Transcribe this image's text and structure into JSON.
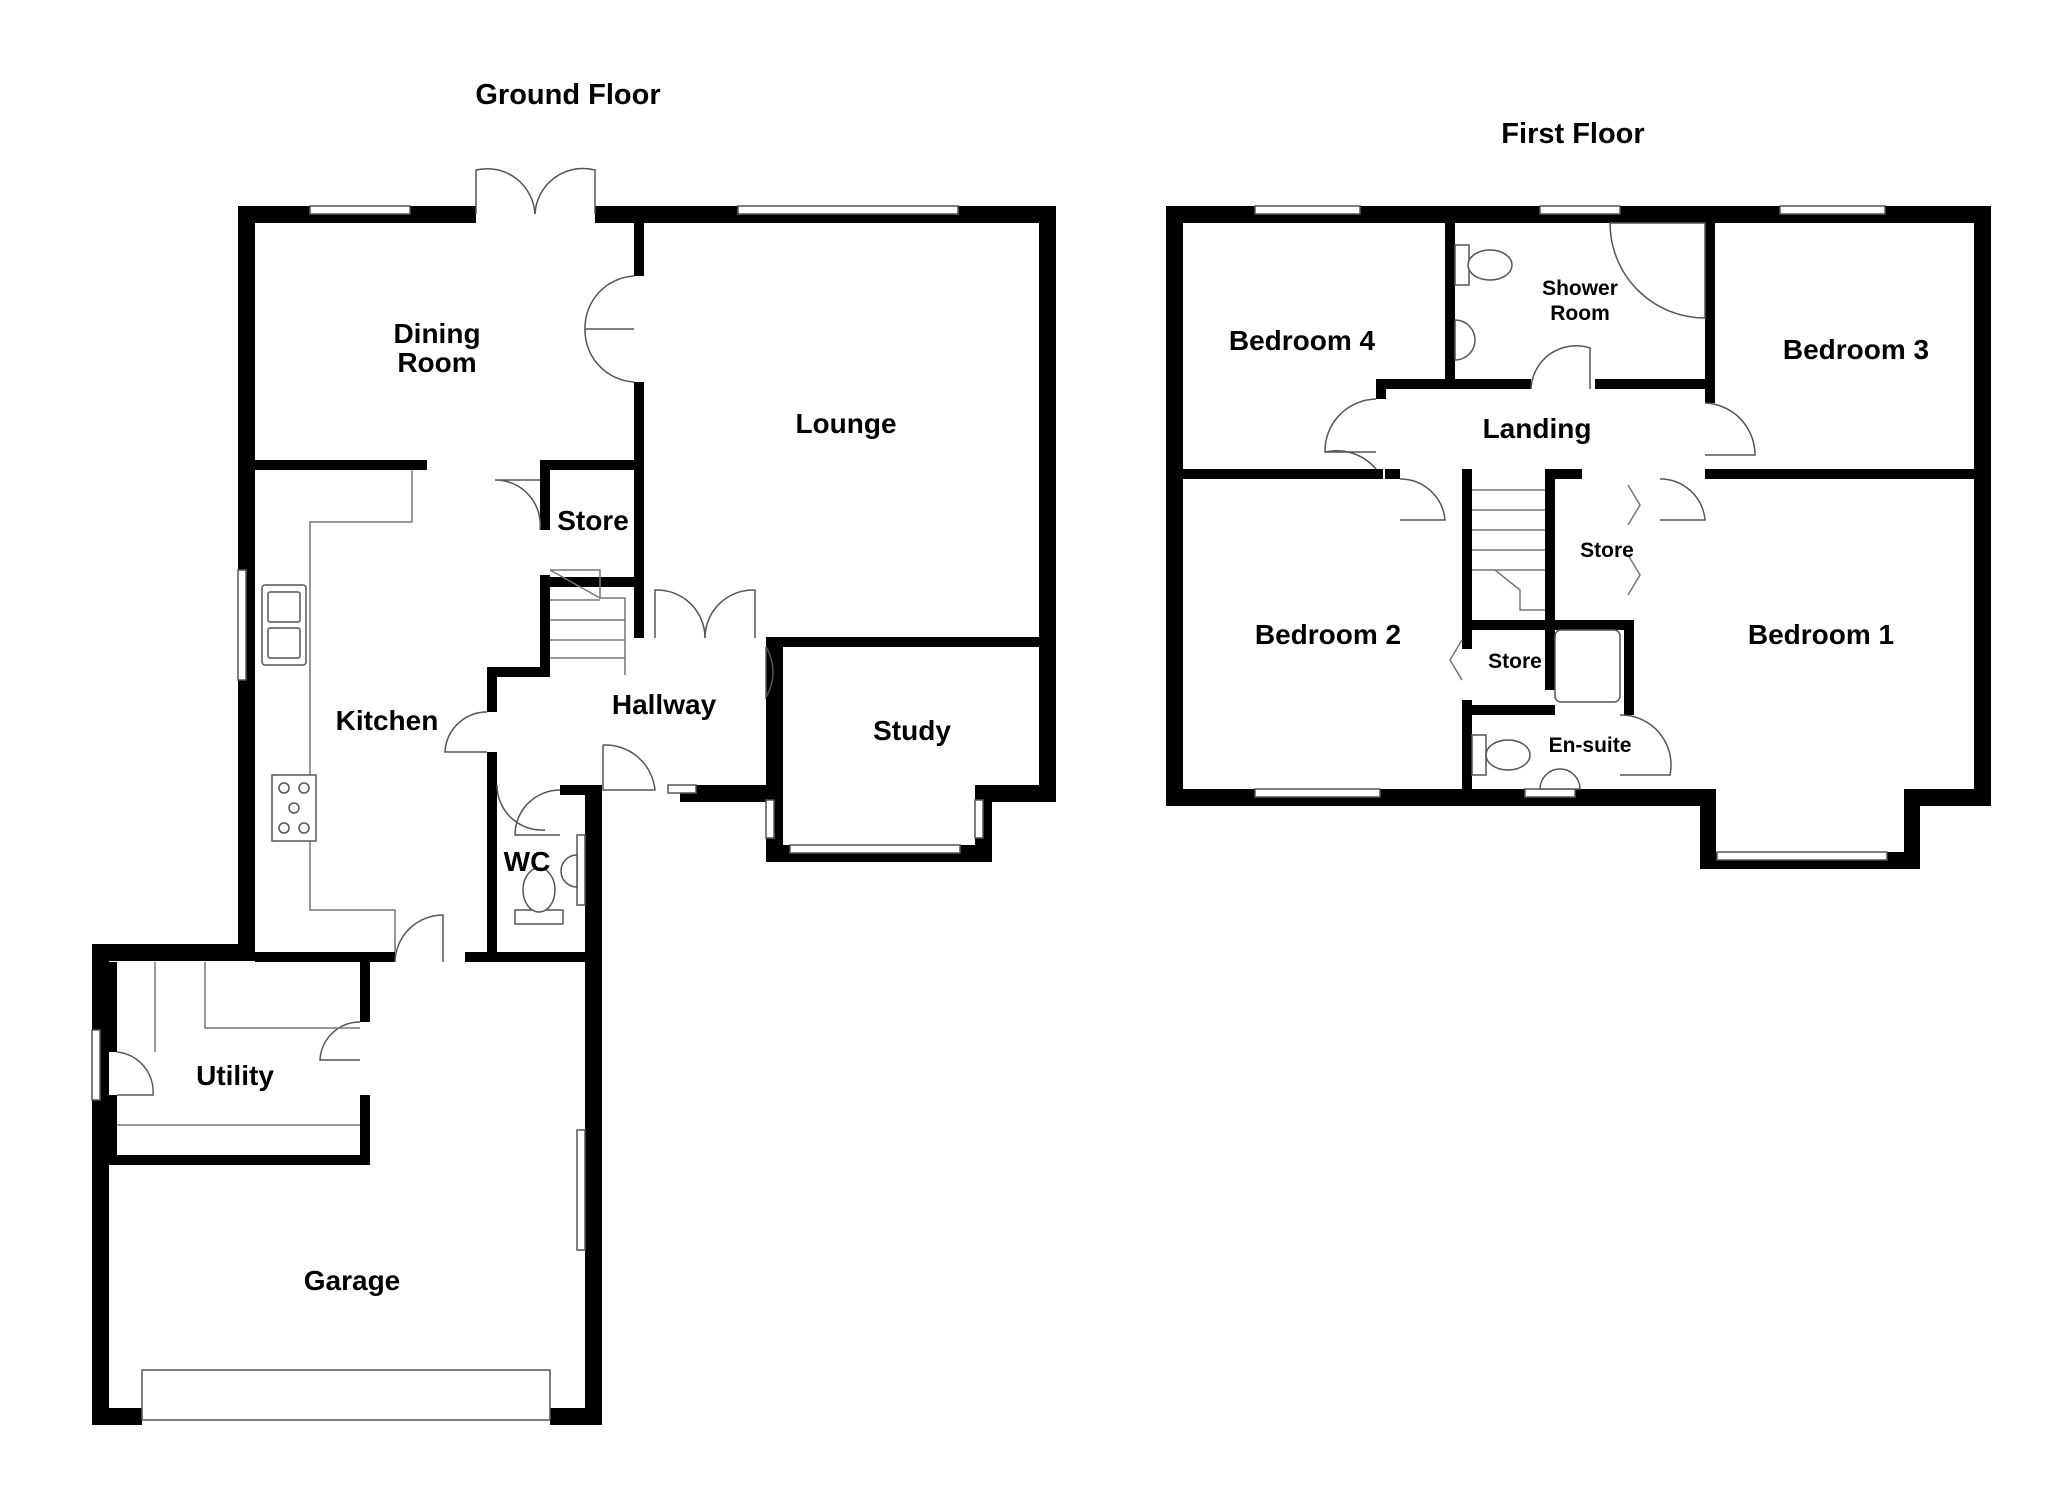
{
  "ground_floor": {
    "title": "Ground Floor",
    "rooms": {
      "dining_room_line1": "Dining",
      "dining_room_line2": "Room",
      "lounge": "Lounge",
      "store": "Store",
      "kitchen": "Kitchen",
      "hallway": "Hallway",
      "study": "Study",
      "wc": "WC",
      "utility": "Utility",
      "garage": "Garage"
    }
  },
  "first_floor": {
    "title": "First Floor",
    "rooms": {
      "bedroom4": "Bedroom 4",
      "shower_room_line1": "Shower",
      "shower_room_line2": "Room",
      "bedroom3": "Bedroom 3",
      "landing": "Landing",
      "bedroom2": "Bedroom 2",
      "store_upper": "Store",
      "store_lower": "Store",
      "bedroom1": "Bedroom 1",
      "ensuite": "En-suite"
    }
  }
}
